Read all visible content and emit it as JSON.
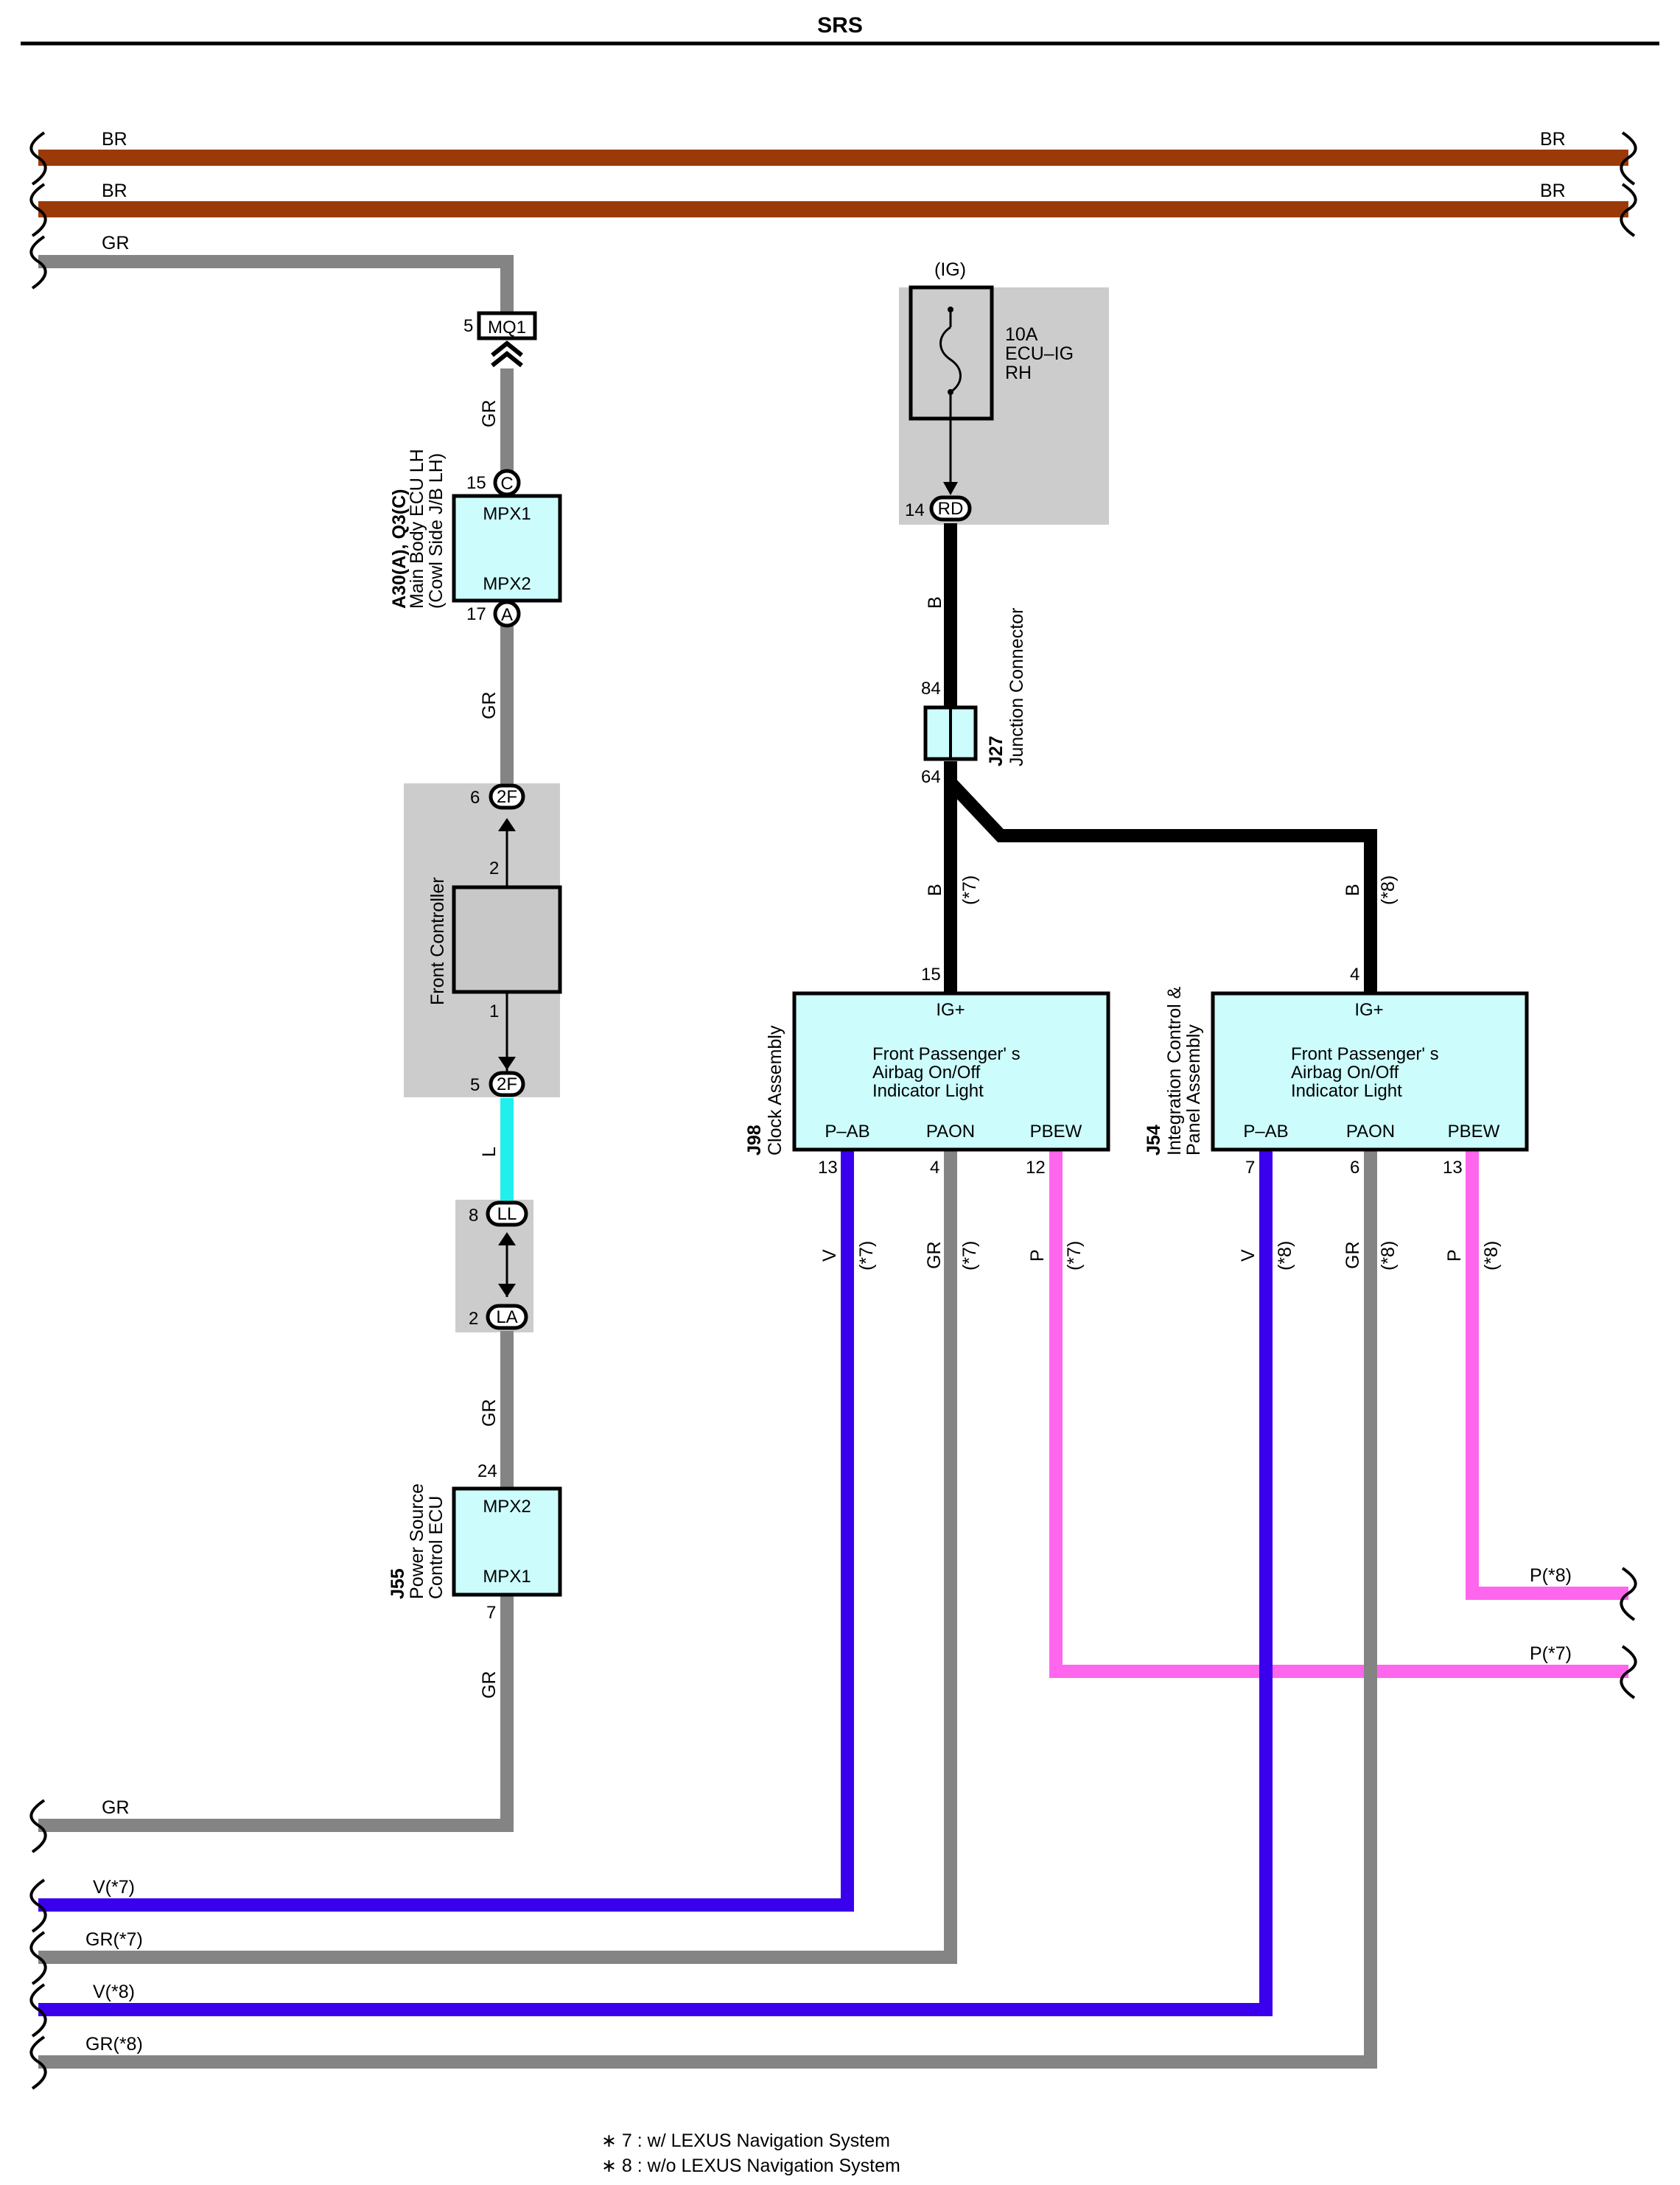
{
  "header": {
    "title": "SRS"
  },
  "colors": {
    "BR": "#9b3a08",
    "GR": "#848484",
    "B": "#000000",
    "L": "#22eeee",
    "V": "#3a00ee",
    "P": "#ff66ee",
    "box_fill": "#ccfcfc",
    "shade": "#cccccc",
    "grey_box": "#c8c8c8"
  },
  "wires": {
    "br_left_1": "BR",
    "br_right_1": "BR",
    "br_left_2": "BR",
    "br_right_2": "BR",
    "gr_top_left": "GR",
    "gr_vert_1": "GR",
    "gr_vert_2": "GR",
    "l_vert": "L",
    "gr_vert_3": "GR",
    "gr_vert_4": "GR",
    "gr_bottom_left": "GR",
    "b_vert_1": "B",
    "b_vert_2": "B",
    "b_vert_2_note": "(*7)",
    "b_vert_3": "B",
    "b_vert_3_note": "(*8)",
    "v_j98": "V",
    "v_j98_note": "(*7)",
    "gr_j98": "GR",
    "gr_j98_note": "(*7)",
    "p_j98": "P",
    "p_j98_note": "(*7)",
    "v_j54": "V",
    "v_j54_note": "(*8)",
    "gr_j54": "GR",
    "gr_j54_note": "(*8)",
    "p_j54": "P",
    "p_j54_note": "(*8)",
    "p8_right": "P(*8)",
    "p7_right": "P(*7)",
    "v7_left": "V(*7)",
    "gr7_left": "GR(*7)",
    "v8_left": "V(*8)",
    "gr8_left": "GR(*8)"
  },
  "connectors": {
    "mq1": {
      "name": "MQ1",
      "pin": "5"
    },
    "a30_c": {
      "name": "C",
      "pin": "15"
    },
    "a30_a": {
      "name": "A",
      "pin": "17"
    },
    "f2_top": {
      "name": "2F",
      "pin": "6"
    },
    "f2_bot": {
      "name": "2F",
      "pin": "5"
    },
    "ll": {
      "name": "LL",
      "pin": "8"
    },
    "la": {
      "name": "LA",
      "pin": "2"
    },
    "rd": {
      "name": "RD",
      "pin": "14"
    },
    "j27_top_pin": "84",
    "j27_bot_pin": "64"
  },
  "components": {
    "a30": {
      "id": "A30(A), Q3(C)",
      "line1": "Main Body ECU LH",
      "line2": "(Cowl Side J/B LH)",
      "term_top": "MPX1",
      "term_bot": "MPX2"
    },
    "front_controller": {
      "name": "Front Controller",
      "pin_top": "2",
      "pin_bot": "1"
    },
    "j55": {
      "id": "J55",
      "line1": "Power Source",
      "line2": "Control ECU",
      "term_top": "MPX2",
      "term_bot": "MPX1",
      "pin_top": "24",
      "pin_bot": "7"
    },
    "fuse": {
      "supply": "(IG)",
      "rating": "10A",
      "name1": "ECU–IG",
      "name2": "RH"
    },
    "j27": {
      "id": "J27",
      "name": "Junction Connector"
    },
    "j98": {
      "id": "J98",
      "name": "Clock Assembly",
      "top_term": "IG+",
      "top_pin": "15",
      "desc1": "Front Passenger'  s",
      "desc2": "Airbag On/Off",
      "desc3": "Indicator Light",
      "t1": "P–AB",
      "t2": "PAON",
      "t3": "PBEW",
      "p1": "13",
      "p2": "4",
      "p3": "12"
    },
    "j54": {
      "id": "J54",
      "name1": "Integration Control &",
      "name2": "Panel Assembly",
      "top_term": "IG+",
      "top_pin": "4",
      "desc1": "Front Passenger'  s",
      "desc2": "Airbag On/Off",
      "desc3": "Indicator Light",
      "t1": "P–AB",
      "t2": "PAON",
      "t3": "PBEW",
      "p1": "7",
      "p2": "6",
      "p3": "13"
    }
  },
  "footnotes": [
    "∗ 7 : w/ LEXUS Navigation System",
    "∗ 8 : w/o LEXUS Navigation System"
  ]
}
